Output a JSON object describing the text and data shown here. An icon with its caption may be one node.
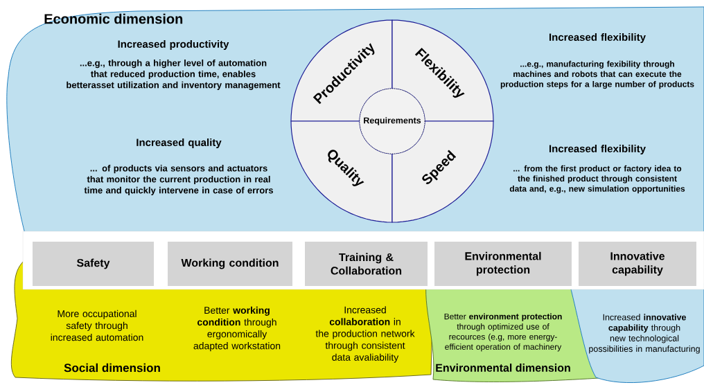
{
  "diagram": {
    "nodes": [
      {
        "text": [
          "Economic dimension",
          "Increased productivity",
          "...e.g., through a higher level of automation that reduced production time, enables betterasset utilization and inventory management",
          "Increased quality",
          "... of products via sensors and actuators that monitor the current production in real time and quickly intervene in case of errors",
          "Increased flexibility",
          "...e.g., manufacturing fexibility through machines and robots that can execute the production steps for a large number of products",
          "Increased flexibility",
          "... from the first product or factory idea to the finished product through consistent data and, e.g., new simulation opportunities"
        ]
      },
      {
        "text": [
          "Productivity"
        ],
        "in": 0
      },
      {
        "text": [
          "Flexibility"
        ],
        "in": 0
      },
      {
        "text": [
          "Requirements"
        ],
        "in": 0
      },
      {
        "text": [
          "Quality"
        ],
        "in": 0
      },
      {
        "text": [
          "Speed"
        ],
        "in": 0
      },
      {
        "text": [],
        "shape": "box"
      },
      {
        "text": [
          "Safety"
        ],
        "in": 6
      },
      {
        "text": [
          "Working condition"
        ],
        "in": 6
      },
      {
        "text": [
          "Training & Collaboration"
        ],
        "in": 6
      },
      {
        "text": [
          "Environmental protection"
        ],
        "in": 6
      },
      {
        "text": [
          "Innovative capability"
        ],
        "in": 6
      },
      {
        "text": [
          "More occupational safety through increased automation",
          "Better **working condition** through ergonomically adapted workstation",
          "Increased **collaboration** in the production network through consistent data avaliability",
          "Social dimension"
        ]
      },
      {
        "text": [
          "Better **environment protection** through optimized use of recources (e.g, more energy-efficient operation of machinery",
          "Environmental dimension"
        ]
      },
      {
        "text": [
          "Increased **innovative capability** through new technological possibilities in manufacturing"
        ]
      }
    ]
  }
}
